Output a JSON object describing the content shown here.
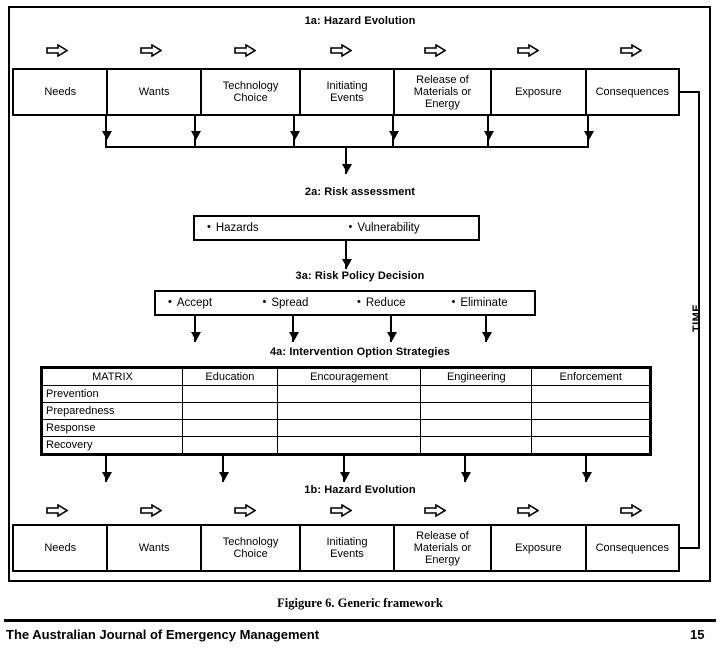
{
  "figure": {
    "caption": "Figigure 6.  Generic framework",
    "time_axis_label": "TIME"
  },
  "sections": {
    "hazard_top": {
      "title": "1a: Hazard Evolution",
      "cells": [
        "Needs",
        "Wants",
        "Technology\nChoice",
        "Initiating\nEvents",
        "Release of\nMaterials or\nEnergy",
        "Exposure",
        "Consequences"
      ]
    },
    "risk_assessment": {
      "title": "2a: Risk assessment",
      "items": [
        "Hazards",
        "Vulnerability"
      ]
    },
    "risk_policy": {
      "title": "3a: Risk Policy Decision",
      "items": [
        "Accept",
        "Spread",
        "Reduce",
        "Eliminate"
      ]
    },
    "intervention": {
      "title": "4a: Intervention Option Strategies",
      "columns": [
        "MATRIX",
        "Education",
        "Encouragement",
        "Engineering",
        "Enforcement"
      ],
      "rows": [
        {
          "label": "Prevention",
          "cells": [
            "",
            "",
            "",
            ""
          ]
        },
        {
          "label": "Preparedness",
          "cells": [
            "",
            "",
            "",
            ""
          ]
        },
        {
          "label": "Response",
          "cells": [
            "",
            "",
            "",
            ""
          ]
        },
        {
          "label": "Recovery",
          "cells": [
            "",
            "",
            "",
            ""
          ]
        }
      ]
    },
    "hazard_bottom": {
      "title": "1b: Hazard Evolution",
      "cells": [
        "Needs",
        "Wants",
        "Technology\nChoice",
        "Initiating\nEvents",
        "Release of\nMaterials or\nEnergy",
        "Exposure",
        "Consequences"
      ]
    }
  },
  "footer": {
    "journal": "The Australian Journal of Emergency Management",
    "page_number": "15"
  },
  "icons": {
    "flow_arrow": "block-right-arrow",
    "down_arrow": "down-arrow"
  },
  "colors": {
    "ink": "#000000",
    "paper": "#ffffff"
  }
}
